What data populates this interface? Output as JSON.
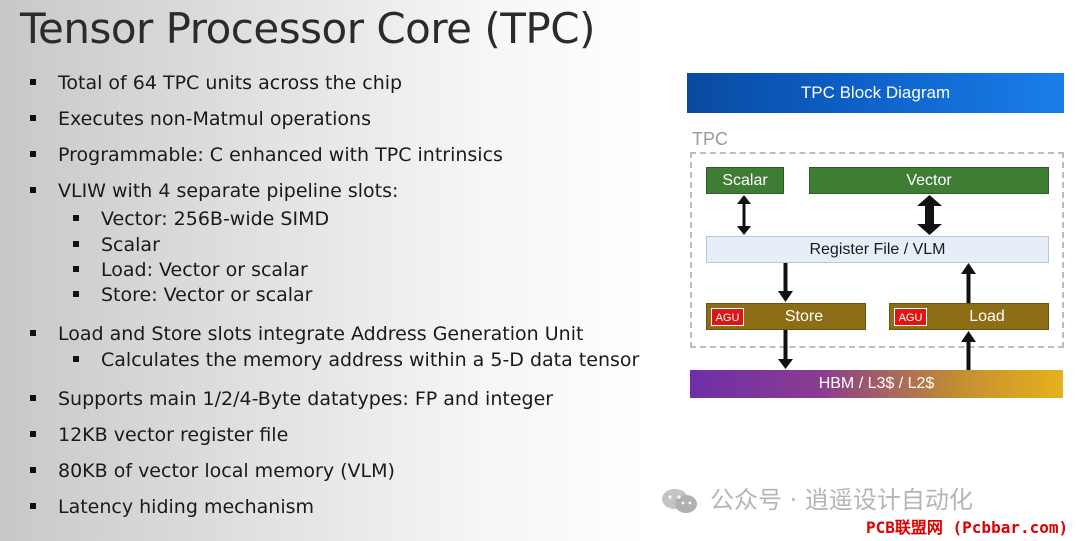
{
  "title": "Tensor Processor Core (TPC)",
  "bullets": [
    {
      "text": "Total of 64 TPC units across the chip"
    },
    {
      "text": "Executes non-Matmul operations"
    },
    {
      "text": "Programmable: C enhanced with TPC intrinsics"
    },
    {
      "text": "VLIW with 4 separate pipeline slots:"
    },
    {
      "text": "Vector: 256B-wide SIMD"
    },
    {
      "text": "Scalar"
    },
    {
      "text": "Load: Vector or scalar"
    },
    {
      "text": "Store: Vector or scalar"
    },
    {
      "text": "Load and Store slots integrate Address Generation Unit"
    },
    {
      "text": "Calculates the memory address within a 5-D data tensor"
    },
    {
      "text": "Supports main 1/2/4-Byte datatypes: FP and integer"
    },
    {
      "text": "12KB vector register file"
    },
    {
      "text": "80KB of vector local memory (VLM)"
    },
    {
      "text": "Latency hiding mechanism"
    }
  ],
  "diagram": {
    "header": "TPC Block Diagram",
    "tpc_label": "TPC",
    "scalar": "Scalar",
    "vector": "Vector",
    "register_file": "Register File / VLM",
    "agu": "AGU",
    "store": "Store",
    "load": "Load",
    "memory": "HBM / L3$ / L2$"
  },
  "watermark": {
    "account": "公众号 · 逍遥设计自动化",
    "site": "PCB联盟网 (Pcbbar.com)"
  },
  "colors": {
    "header_blue": "#0d60c8",
    "block_green": "#3f7d35",
    "block_gold": "#8d6e14",
    "agu_red": "#e01414",
    "watermark_red": "#e00000"
  }
}
